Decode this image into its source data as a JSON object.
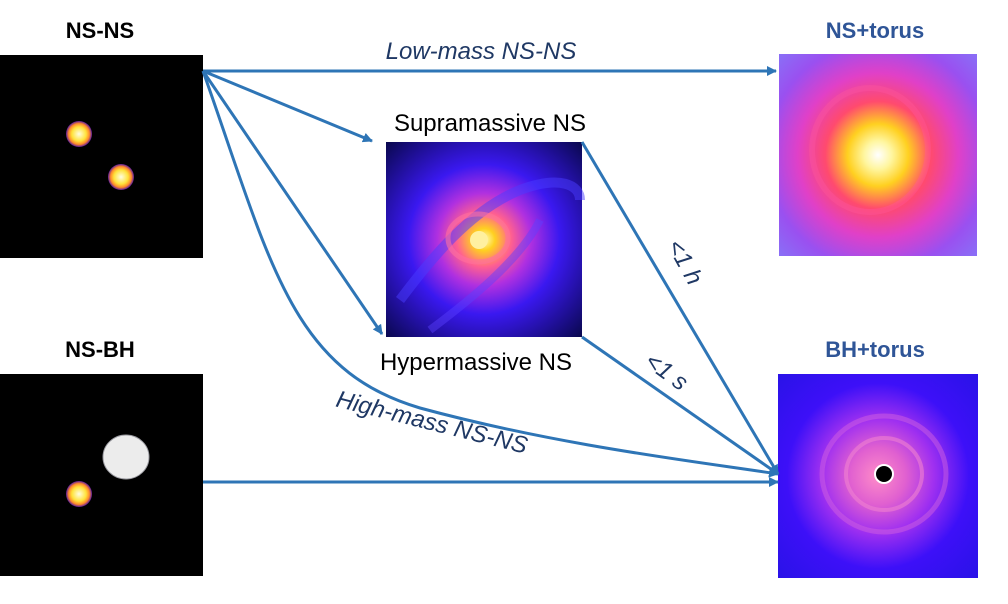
{
  "labels": {
    "ns_ns": "NS-NS",
    "ns_bh": "NS-BH",
    "ns_torus": "NS+torus",
    "bh_torus": "BH+torus",
    "supramassive": "Supramassive NS",
    "hypermassive": "Hypermassive NS",
    "low_mass": "Low-mass NS-NS",
    "high_mass": "High-mass NS-NS",
    "lt_1h": "<1 h",
    "lt_1s": "<1 s"
  },
  "colors": {
    "arrow": "#2e75b6",
    "label_dark_blue": "#1f3864",
    "heading_blue": "#2f5597"
  }
}
